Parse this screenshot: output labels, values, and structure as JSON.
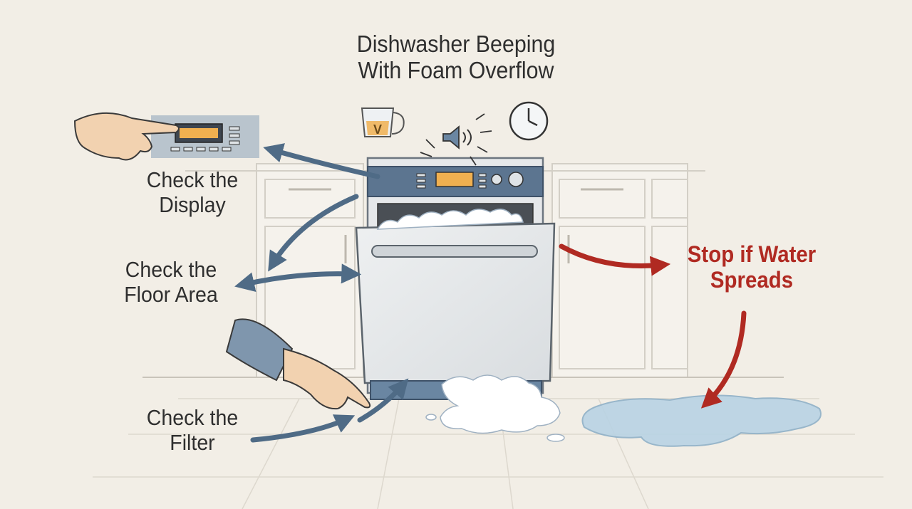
{
  "title": {
    "line1": "Dishwasher Beeping",
    "line2": "With Foam Overflow"
  },
  "labels": {
    "display": {
      "line1": "Check the",
      "line2": "Display"
    },
    "floor": {
      "line1": "Check the",
      "line2": "Floor Area"
    },
    "filter": {
      "line1": "Check the",
      "line2": "Filter"
    },
    "stop": {
      "line1": "Stop if Water",
      "line2": "Spreads"
    }
  },
  "icons": {
    "measuring_cup_letter": "V",
    "top_icons": [
      "measuring-cup-icon",
      "speaker-icon",
      "clock-icon"
    ]
  },
  "colors": {
    "background": "#f2eee6",
    "arrow_blue": "#4f6b86",
    "warning_red": "#b02a22",
    "display_amber": "#f0b050",
    "foam": "#ffffff",
    "water": "#b9d3e4"
  }
}
